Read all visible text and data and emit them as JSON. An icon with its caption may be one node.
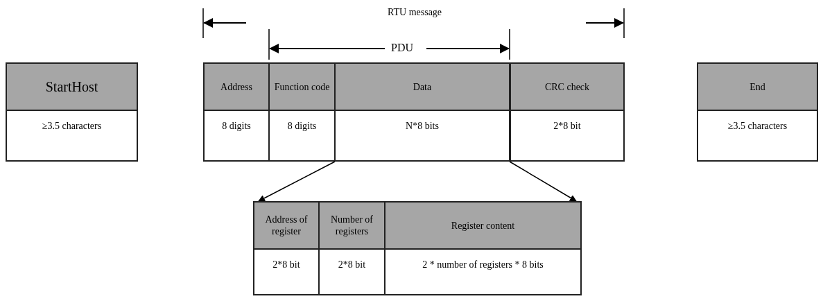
{
  "diagram": {
    "nodes": [
      {
        "text": [
          "StartHost",
          "≥3.5 characters"
        ]
      },
      {
        "text": [
          "Address",
          "8 digits"
        ]
      },
      {
        "text": [
          "Function code",
          "8 digits"
        ]
      },
      {
        "text": [
          "Data",
          "N*8 bits"
        ]
      },
      {
        "text": [
          "CRC check",
          "2*8 bit"
        ]
      },
      {
        "text": [
          "End",
          "≥3.5 characters"
        ]
      },
      {
        "text": [
          "Address of register",
          "2*8 bit"
        ]
      },
      {
        "text": [
          "Number of registers",
          "2*8 bit"
        ]
      },
      {
        "text": [
          "Register content",
          "2 * number of registers * 8 bits"
        ]
      }
    ],
    "edges": [
      {
        "from": 3,
        "to": 6,
        "arrow": "to"
      },
      {
        "from": 3,
        "to": 8,
        "arrow": "to"
      }
    ],
    "labels": [
      "RTU message",
      "PDU"
    ]
  }
}
